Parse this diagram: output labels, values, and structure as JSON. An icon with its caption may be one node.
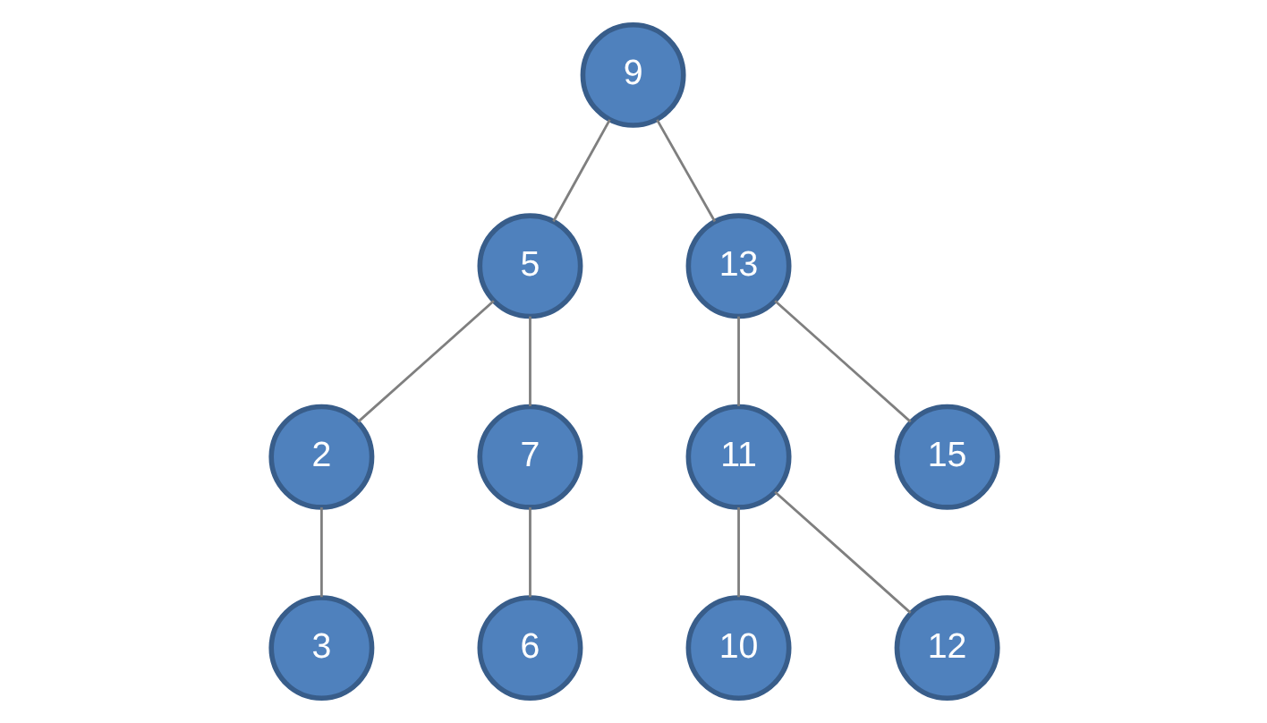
{
  "diagram": {
    "nodes": [
      {
        "text": [
          "9"
        ]
      },
      {
        "text": [
          "5"
        ]
      },
      {
        "text": [
          "13"
        ]
      },
      {
        "text": [
          "2"
        ]
      },
      {
        "text": [
          "7"
        ]
      },
      {
        "text": [
          "11"
        ]
      },
      {
        "text": [
          "15"
        ]
      },
      {
        "text": [
          "3"
        ]
      },
      {
        "text": [
          "6"
        ]
      },
      {
        "text": [
          "10"
        ]
      },
      {
        "text": [
          "12"
        ]
      }
    ],
    "edges": [
      {
        "from": 0,
        "to": 1,
        "arrow": "none"
      },
      {
        "from": 0,
        "to": 2,
        "arrow": "none"
      },
      {
        "from": 1,
        "to": 3,
        "arrow": "none"
      },
      {
        "from": 1,
        "to": 4,
        "arrow": "none"
      },
      {
        "from": 2,
        "to": 5,
        "arrow": "none"
      },
      {
        "from": 2,
        "to": 6,
        "arrow": "none"
      },
      {
        "from": 3,
        "to": 7,
        "arrow": "none"
      },
      {
        "from": 4,
        "to": 8,
        "arrow": "none"
      },
      {
        "from": 5,
        "to": 9,
        "arrow": "none"
      },
      {
        "from": 5,
        "to": 10,
        "arrow": "none"
      }
    ]
  }
}
